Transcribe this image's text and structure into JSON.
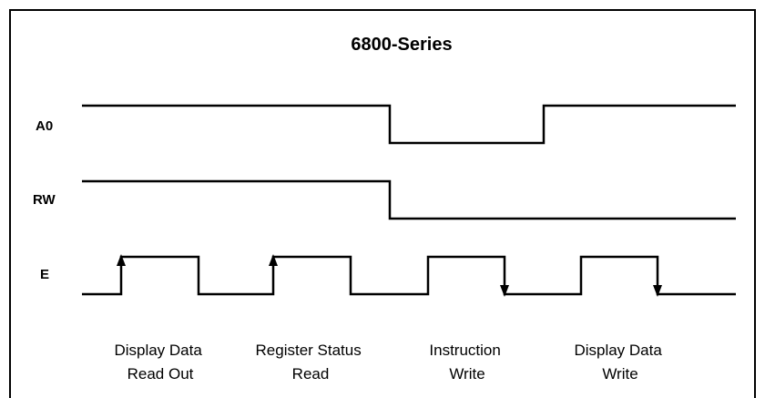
{
  "title": "6800-Series",
  "signals": [
    {
      "label": "A0"
    },
    {
      "label": "RW"
    },
    {
      "label": "E"
    }
  ],
  "phases": [
    {
      "line1": "Display Data",
      "line2": "Read Out"
    },
    {
      "line1": "Register Status",
      "line2": "Read"
    },
    {
      "line1": "Instruction",
      "line2": "Write"
    },
    {
      "line1": "Display Data",
      "line2": "Write"
    }
  ]
}
